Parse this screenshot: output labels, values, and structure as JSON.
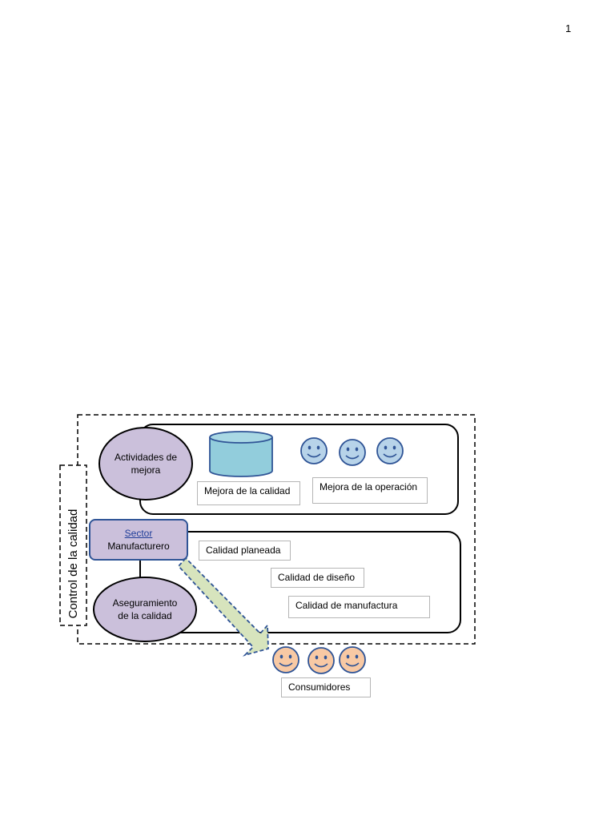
{
  "page": {
    "number": "1"
  },
  "diagram": {
    "side_label": "Control de la calidad",
    "improvement": {
      "ellipse_label": "Actividades de mejora",
      "quality_improvement": "Mejora de la calidad",
      "operation_improvement": "Mejora de la operación"
    },
    "sector": {
      "line1": "Sector",
      "line2": "Manufacturero"
    },
    "assurance": {
      "ellipse_label": "Aseguramiento de la calidad",
      "planned_quality": "Calidad planeada",
      "design_quality": "Calidad de diseño",
      "manufacturing_quality": "Calidad de manufactura"
    },
    "consumers_label": "Consumidores",
    "colors": {
      "ellipse_fill": "#cbc0db",
      "cylinder_fill": "#92cddc",
      "top_smiley_fill": "#b7d3e9",
      "bottom_smiley_fill": "#f8c9a4",
      "arrow_fill": "#d7e4bd",
      "arrow_outline": "#2f5496",
      "sector_outline": "#2f5496"
    }
  }
}
